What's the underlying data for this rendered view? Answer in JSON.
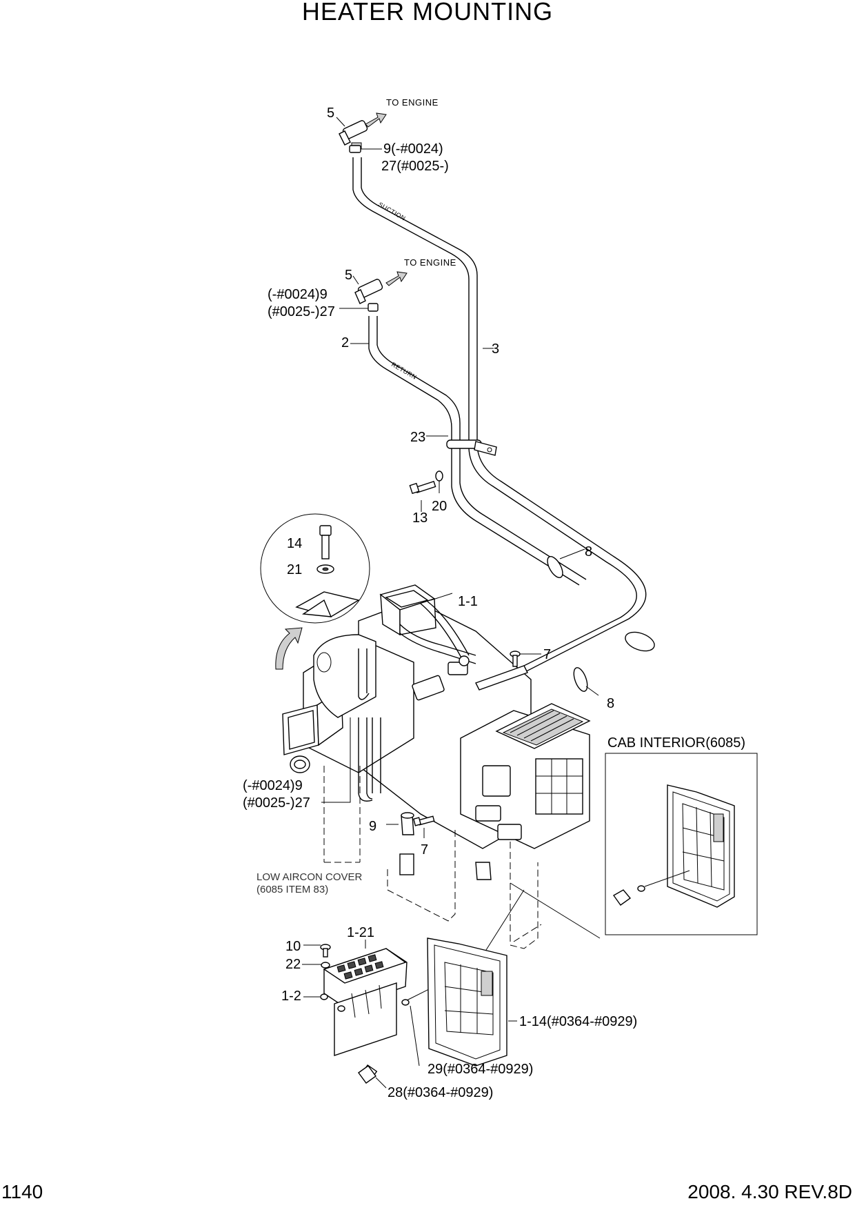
{
  "page": {
    "title": "HEATER MOUNTING",
    "page_number": "1140",
    "revision": "2008. 4.30  REV.8D"
  },
  "notes": {
    "to_engine_upper": "TO ENGINE",
    "to_engine_lower": "TO ENGINE",
    "suction": "SUCTION",
    "return": "RETURN",
    "cab_interior": "CAB INTERIOR(6085)",
    "low_aircon_cover_line1": "LOW AIRCON COVER",
    "low_aircon_cover_line2": "(6085 ITEM 83)"
  },
  "callouts": {
    "c5_upper": "5",
    "c9_27_upper_a": "9(-#0024)",
    "c9_27_upper_b": "27(#0025-)",
    "c5_lower": "5",
    "c9_lower": "(-#0024)9",
    "c27_lower": "(#0025-)27",
    "c2": "2",
    "c3": "3",
    "c23": "23",
    "c13": "13",
    "c20": "20",
    "c14": "14",
    "c21": "21",
    "c8_upper": "8",
    "c1_1": "1-1",
    "c7_upper": "7",
    "c8_lower": "8",
    "c9_left": "(-#0024)9",
    "c27_left": "(#0025-)27",
    "c9_bottom": "9",
    "c7_bottom": "7",
    "c1_21": "1-21",
    "c10": "10",
    "c22": "22",
    "c1_2": "1-2",
    "c1_14": "1-14(#0364-#0929)",
    "c29": "29(#0364-#0929)",
    "c28": "28(#0364-#0929)"
  }
}
